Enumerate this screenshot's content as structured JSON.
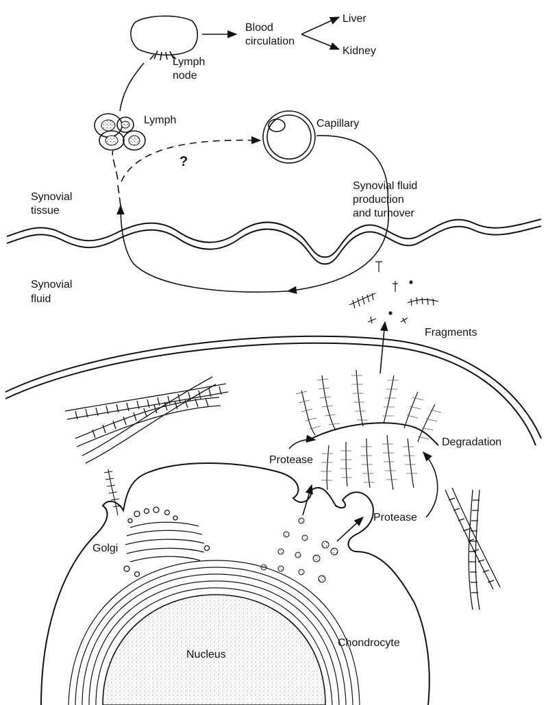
{
  "labels": {
    "lymph_node": [
      "Lymph",
      "node"
    ],
    "blood_circulation": [
      "Blood",
      "circulation"
    ],
    "liver": "Liver",
    "kidney": "Kidney",
    "lymph": "Lymph",
    "capillary": "Capillary",
    "question": "?",
    "synovial_tissue": [
      "Synovial",
      "tissue"
    ],
    "synovial_fluid_production": [
      "Synovial fluid",
      "production",
      "and turnover"
    ],
    "synovial_fluid": [
      "Synovial",
      "fluid"
    ],
    "fragments": "Fragments",
    "degradation": "Degradation",
    "protease_left": "Protease",
    "protease_right": "Protease",
    "golgi": "Golgi",
    "nucleus": "Nucleus",
    "chondrocyte": "Chondrocyte"
  }
}
